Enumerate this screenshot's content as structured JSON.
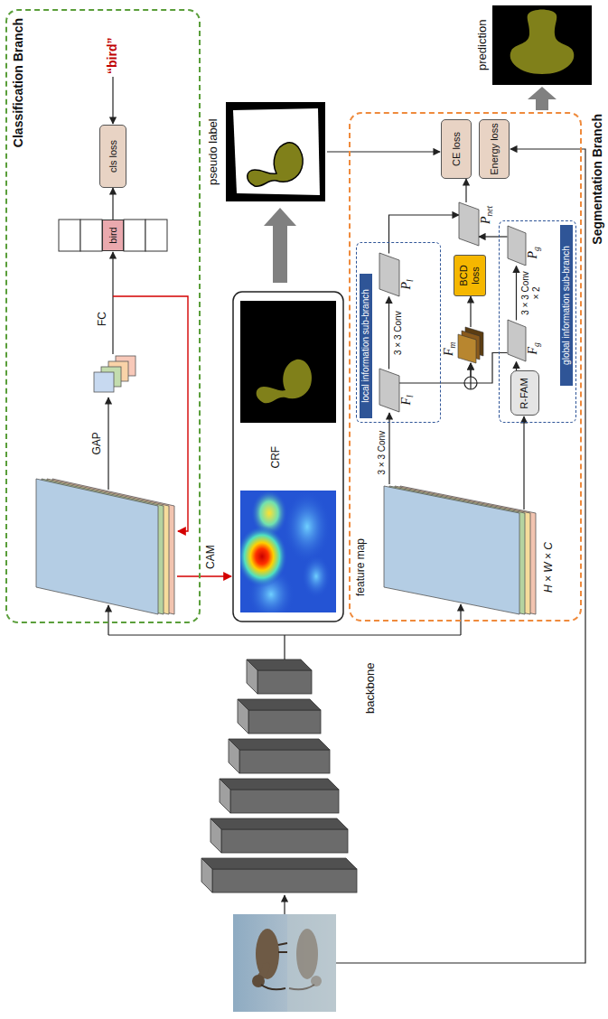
{
  "diagram": {
    "nodes": [
      {
        "text": [
          "Classification Branch"
        ]
      },
      {
        "text": [
          "cls loss"
        ],
        "in": 0
      },
      {
        "text": [
          "bird"
        ],
        "in": 0
      },
      {
        "text": [
          "Segmentation Branch"
        ]
      },
      {
        "text": [
          "local information sub-branch"
        ],
        "in": 3
      },
      {
        "text": [
          "Fl"
        ],
        "in": 4
      },
      {
        "text": [
          "Pl"
        ],
        "in": 4
      },
      {
        "text": [
          "global information sub-branch"
        ],
        "in": 3
      },
      {
        "text": [
          "R-FAM"
        ],
        "in": 7
      },
      {
        "text": [
          "Fg"
        ],
        "in": 7
      },
      {
        "text": [
          "Pg"
        ],
        "in": 7
      },
      {
        "text": [
          "Fm"
        ],
        "in": 3
      },
      {
        "text": [
          "BCD loss"
        ],
        "in": 3
      },
      {
        "text": [
          "Pnet"
        ],
        "in": 3
      },
      {
        "text": [
          "CE loss"
        ],
        "in": 3
      },
      {
        "text": [
          "Energy loss"
        ],
        "in": 3
      }
    ],
    "edges": [
      {
        "from": 2,
        "to": 1,
        "arrow": "to"
      },
      {
        "from": 5,
        "to": 6,
        "label": "3 × 3 Conv",
        "arrow": "to"
      },
      {
        "from": 8,
        "to": 9,
        "arrow": "to"
      },
      {
        "from": 9,
        "to": 10,
        "label": "3 × 3 Conv × 2",
        "arrow": "to"
      },
      {
        "from": 5,
        "to": 11,
        "arrow": "to"
      },
      {
        "from": 9,
        "to": 11,
        "arrow": "to"
      },
      {
        "from": 11,
        "to": 12,
        "arrow": "to"
      },
      {
        "from": 6,
        "to": 13,
        "arrow": "to"
      },
      {
        "from": 10,
        "to": 13,
        "arrow": "to"
      },
      {
        "from": 13,
        "to": 14,
        "arrow": "to"
      }
    ],
    "labels": [
      "“bird”",
      "GAP",
      "FC",
      "CAM",
      "CRF",
      "pseudo label",
      "prediction",
      "backbone",
      "feature map",
      "H × W × C",
      "3 × 3 Conv"
    ]
  }
}
